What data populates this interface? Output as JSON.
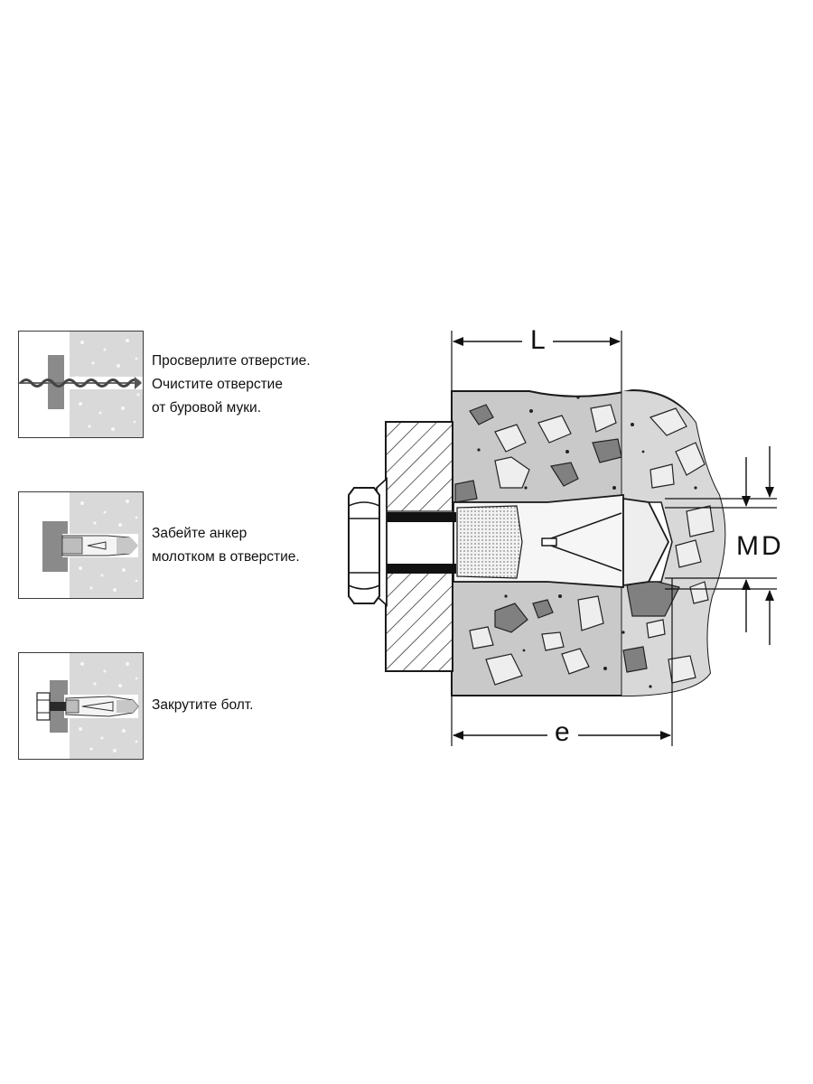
{
  "steps": [
    {
      "lines": [
        "Просверлите отверстие.",
        "Очистите отверстие",
        "от буровой муки."
      ]
    },
    {
      "lines": [
        "Забейте анкер",
        "молотком в отверстие."
      ]
    },
    {
      "lines": [
        "Закрутите болт."
      ]
    }
  ],
  "dimensions": {
    "L": "L",
    "e": "e",
    "M": "M",
    "D": "D"
  },
  "colors": {
    "concrete": "#c9c9c9",
    "concrete_light": "#e3e3e3",
    "aggregate_dark": "#808080",
    "aggregate_light": "#eeeeee",
    "plate_hatch": "#ffffff",
    "steel": "#f4f4f4",
    "outline": "#1a1a1a"
  }
}
